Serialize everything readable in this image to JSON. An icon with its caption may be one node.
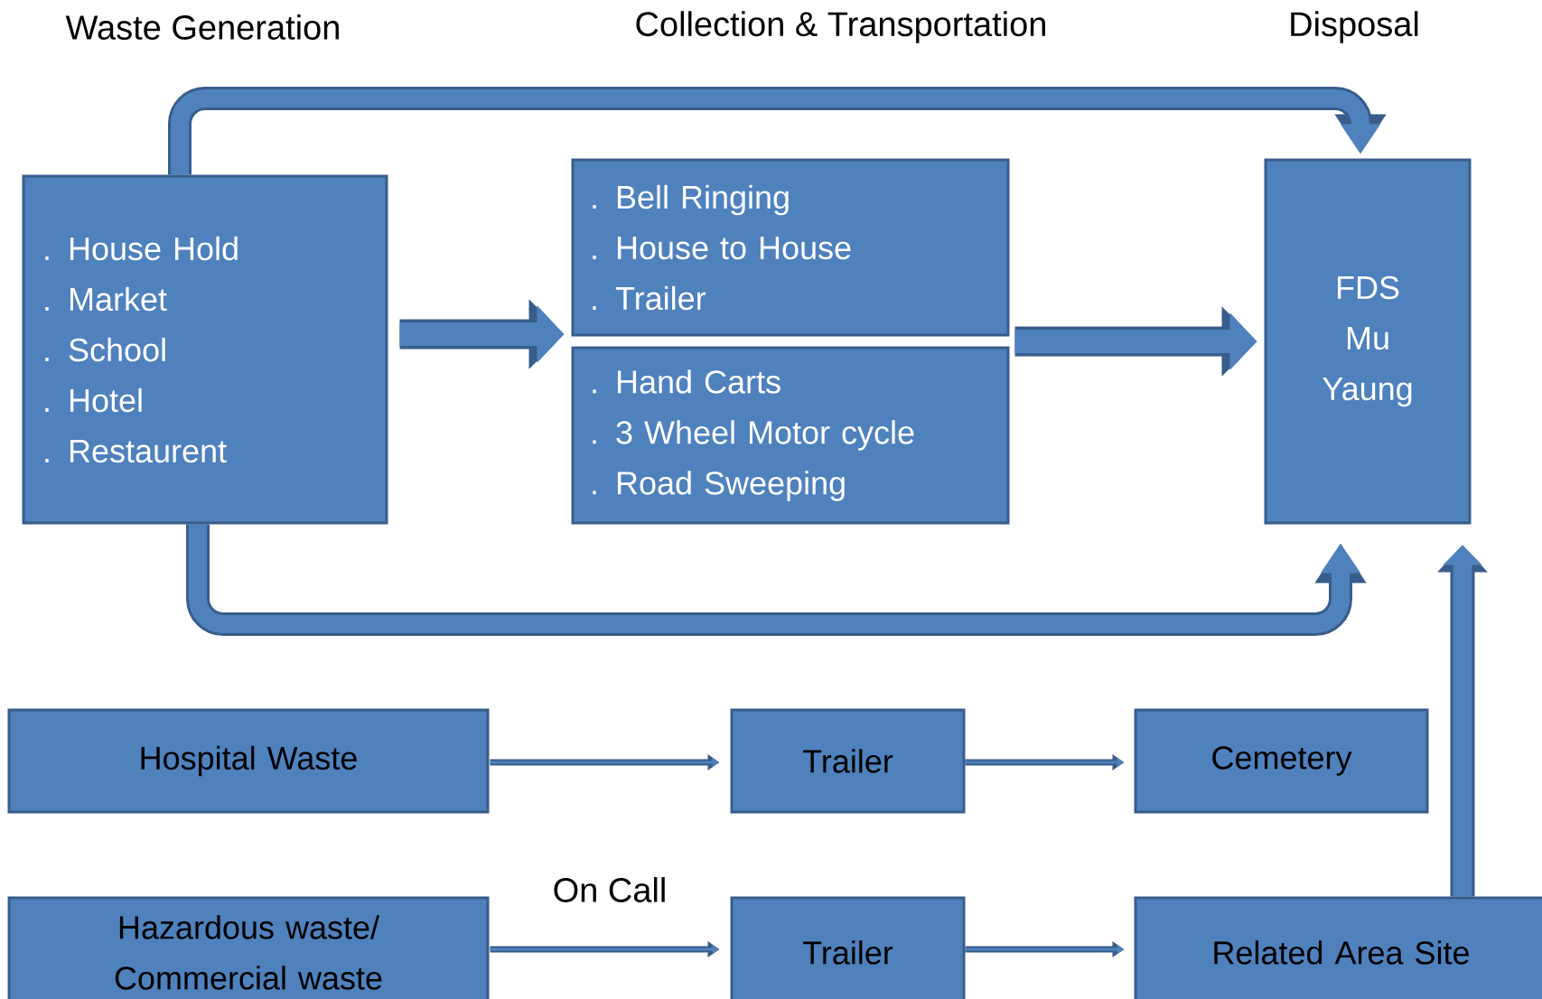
{
  "diagram": {
    "nodes": [
      {
        "text": [
          ". House Hold",
          ". Market",
          ". School",
          ". Hotel",
          ". Restaurent"
        ]
      },
      {
        "text": [
          ". Bell Ringing",
          ". House to House",
          ". Trailer"
        ]
      },
      {
        "text": [
          ". Hand Carts",
          ". 3 Wheel Motor cycle",
          ". Road Sweeping"
        ]
      },
      {
        "text": [
          "FDS",
          "Mu",
          "Yaung"
        ]
      },
      {
        "text": [
          "Hospital Waste"
        ]
      },
      {
        "text": [
          "Trailer"
        ]
      },
      {
        "text": [
          "Cemetery"
        ]
      },
      {
        "text": [
          "Hazardous waste/ Commercial waste"
        ]
      },
      {
        "text": [
          "Trailer"
        ]
      },
      {
        "text": [
          "Related Area Site"
        ]
      }
    ],
    "edges": [
      {
        "from": 0,
        "to": 1,
        "arrow": "to"
      },
      {
        "from": 0,
        "to": 2,
        "arrow": "to"
      },
      {
        "from": 1,
        "to": 3,
        "arrow": "to"
      },
      {
        "from": 2,
        "to": 3,
        "arrow": "to"
      },
      {
        "from": 0,
        "to": 3,
        "arrow": "to"
      },
      {
        "from": 0,
        "to": 3,
        "arrow": "to"
      },
      {
        "from": 4,
        "to": 5,
        "arrow": "to"
      },
      {
        "from": 5,
        "to": 6,
        "arrow": "to"
      },
      {
        "from": 7,
        "to": 8,
        "arrow": "to",
        "label": "On Call"
      },
      {
        "from": 8,
        "to": 9,
        "arrow": "to"
      },
      {
        "from": 9,
        "to": 3,
        "arrow": "to"
      }
    ],
    "labels": [
      "Waste Generation",
      "Collection & Transportation",
      "Disposal"
    ]
  }
}
